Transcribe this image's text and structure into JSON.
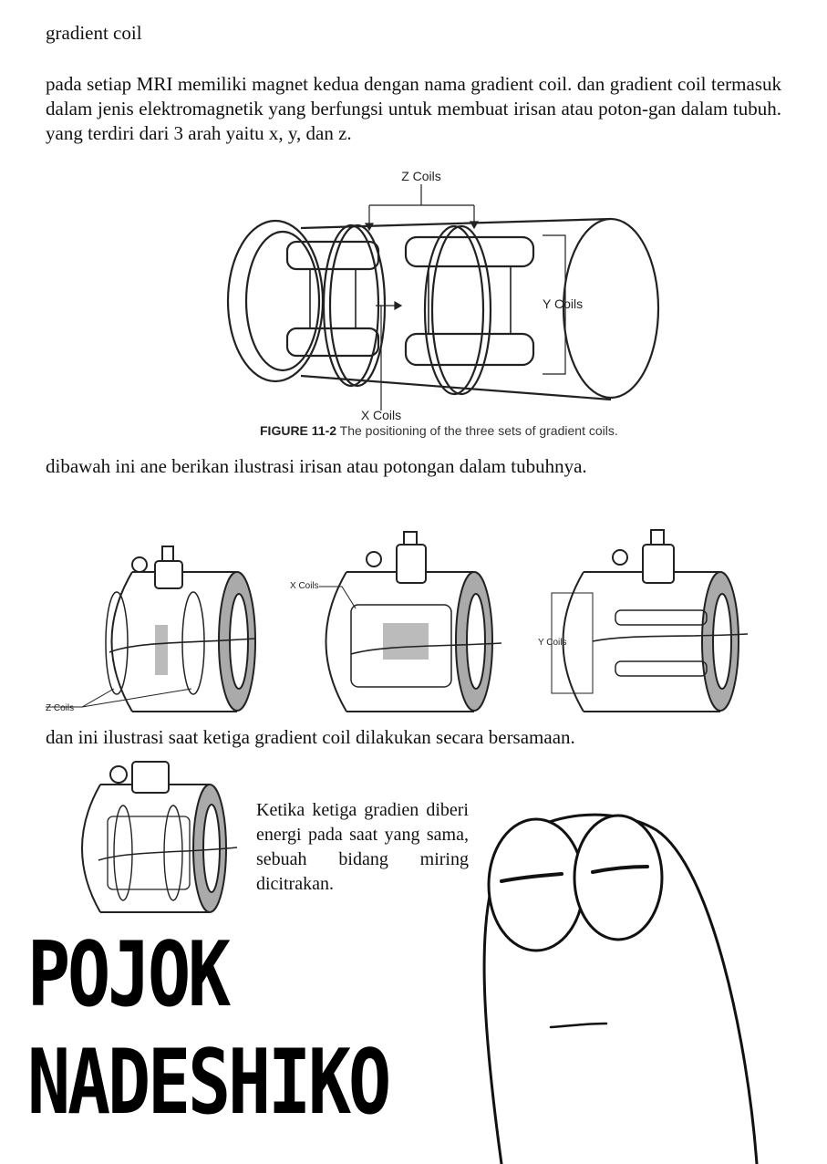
{
  "heading": "gradient coil",
  "paragraph_1": "pada setiap MRI memiliki magnet kedua dengan nama gradient coil. dan gradient coil termasuk dalam jenis elektromagnetik yang berfungsi untuk membuat irisan atau poton-gan dalam tubuh. yang terdiri dari 3 arah yaitu x, y, dan z.",
  "figure": {
    "label_z": "Z Coils",
    "label_y": "Y Coils",
    "label_x": "X Coils",
    "caption_number": "FIGURE 11-2",
    "caption_text": "The positioning of the three sets of gradient coils."
  },
  "paragraph_2": "dibawah ini ane berikan ilustrasi irisan atau potongan dalam tubuhnya.",
  "slice_figures": {
    "z_label": "Z Coils",
    "x_label": "X Coils",
    "y_label": "Y Coils"
  },
  "paragraph_3": "dan ini ilustrasi saat ketiga gradient coil dilakukan secara bersamaan.",
  "side_note": "Ketika ketiga gradien diberi energi pada saat yang sama, sebuah bidang miring dicitrakan.",
  "brand_line_1": "POJOK",
  "brand_line_2": "NADESHIKO"
}
